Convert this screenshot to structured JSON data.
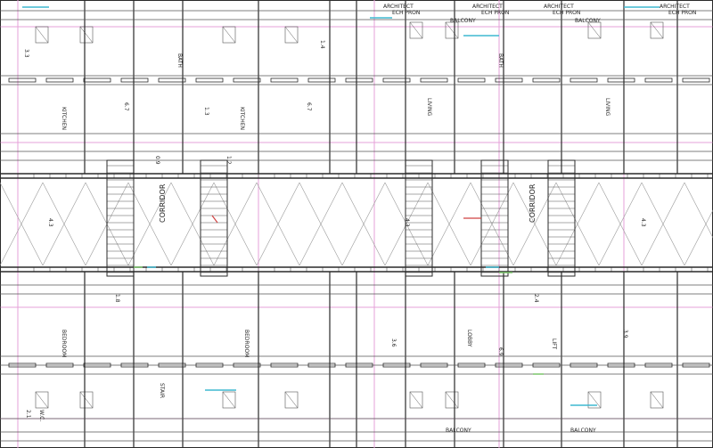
{
  "drawing": {
    "colors": {
      "wall": "#2a2a2a",
      "thin": "#555555",
      "magenta": "#e6a0d8",
      "cyan": "#3fb8d0",
      "green": "#7ac46a",
      "red": "#d04040"
    },
    "corridor_labels": [
      {
        "text": "CORRIDOR"
      },
      {
        "text": "CORRIDOR"
      }
    ],
    "header_tags": [
      {
        "line1": "ARCHITECT",
        "line2": "ECH PRON"
      },
      {
        "line1": "ARCHITECT",
        "line2": "ECH PRON"
      },
      {
        "line1": "ARCHITECT",
        "line2": "ECH PRON"
      },
      {
        "line1": "ARCHITECT",
        "line2": "ECH PRON"
      }
    ],
    "balcony_labels": [
      {
        "text": "BALCONY"
      },
      {
        "text": "BALCONY"
      },
      {
        "text": "BALCONY"
      },
      {
        "text": "BALCONY"
      }
    ],
    "room_labels": [
      {
        "text": "KITCHEN"
      },
      {
        "text": "KITCHEN"
      },
      {
        "text": "LIVING"
      },
      {
        "text": "LIVING"
      },
      {
        "text": "BEDROOM"
      },
      {
        "text": "BEDROOM"
      },
      {
        "text": "BATH"
      },
      {
        "text": "BATH"
      },
      {
        "text": "W.C."
      },
      {
        "text": "LOBBY"
      },
      {
        "text": "STAIR"
      },
      {
        "text": "LIFT"
      }
    ],
    "dimension_labels": [
      {
        "text": "3.3"
      },
      {
        "text": "4.3"
      },
      {
        "text": "4.3"
      },
      {
        "text": "4.3"
      },
      {
        "text": "6.7"
      },
      {
        "text": "6.7"
      },
      {
        "text": "1.3"
      },
      {
        "text": "1.8"
      },
      {
        "text": "2.4"
      },
      {
        "text": "3.6"
      },
      {
        "text": "2.1"
      },
      {
        "text": "1.4"
      },
      {
        "text": "0.9"
      },
      {
        "text": "1.2"
      },
      {
        "text": "6.9"
      },
      {
        "text": "3.9"
      }
    ]
  }
}
